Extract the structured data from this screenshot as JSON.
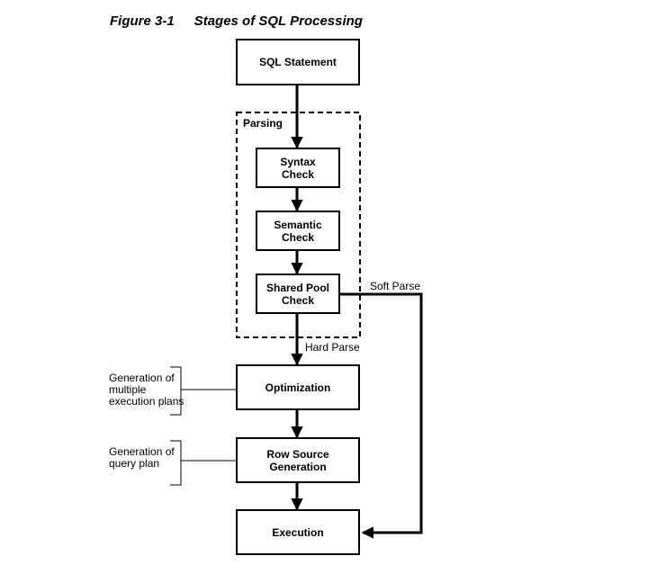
{
  "figure": {
    "number": "Figure 3-1",
    "caption": "Stages of SQL Processing"
  },
  "stages": {
    "sql_statement": "SQL Statement",
    "syntax_check": "Syntax\nCheck",
    "semantic_check": "Semantic\nCheck",
    "shared_pool_check": "Shared Pool\nCheck",
    "optimization": "Optimization",
    "row_source_generation": "Row Source\nGeneration",
    "execution": "Execution"
  },
  "group_label": "Parsing",
  "edge_labels": {
    "soft_parse": "Soft Parse",
    "hard_parse": "Hard Parse"
  },
  "annotations": {
    "optimization_note": "Generation of\nmultiple\nexecution plans",
    "row_source_note": "Generation of\nquery plan"
  }
}
